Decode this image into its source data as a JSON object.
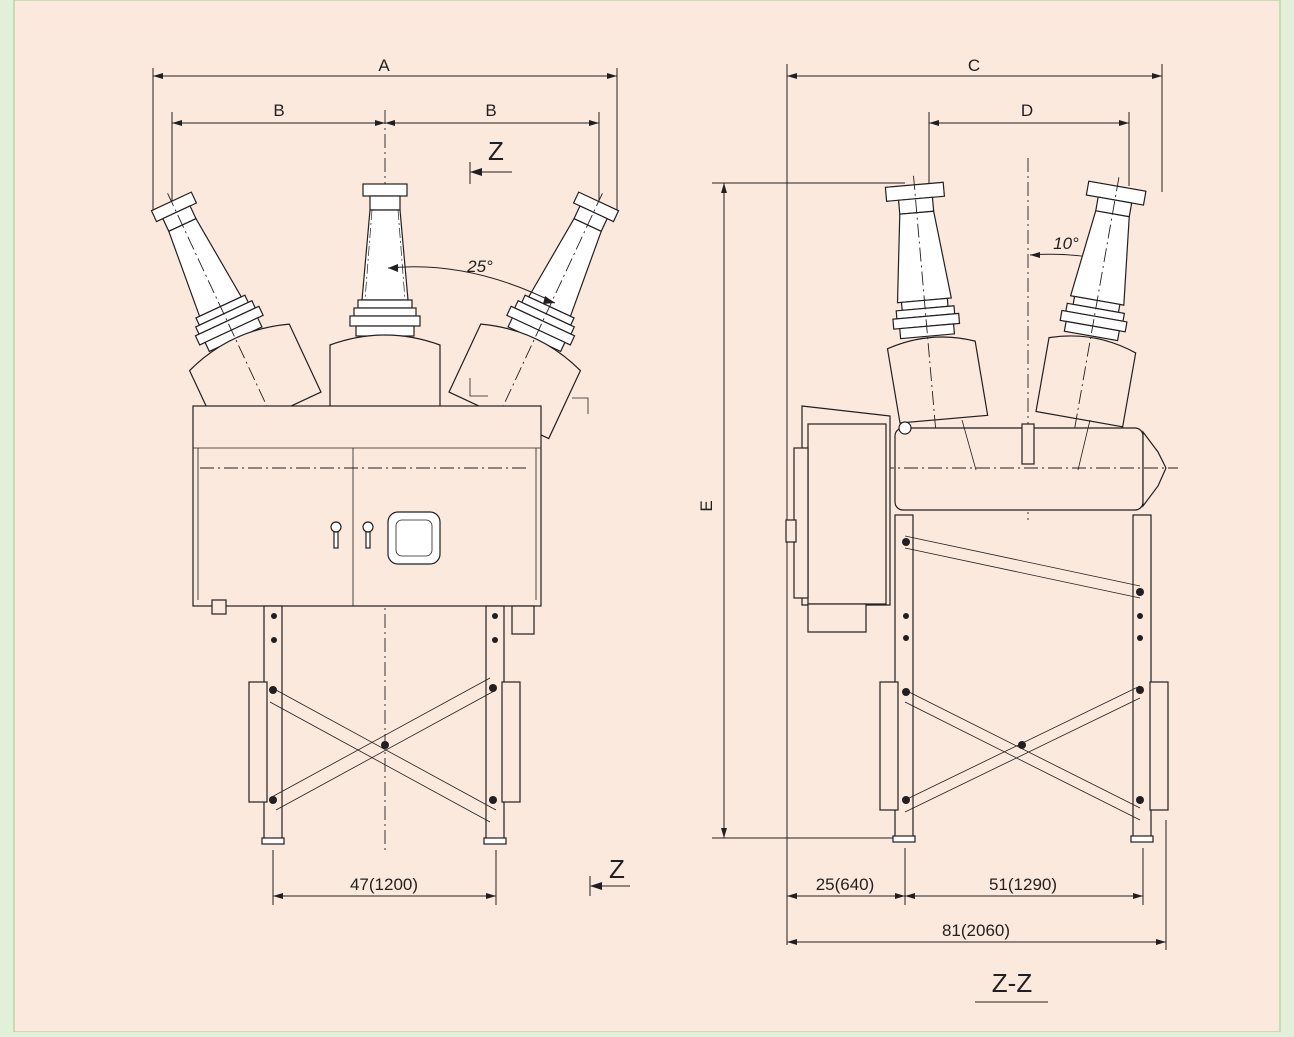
{
  "colors": {
    "frame_green": "#e3f0d9",
    "panel_bg": "#fbe9dd",
    "line": "#231f20"
  },
  "front_view": {
    "dim_A": "A",
    "dim_B_left": "B",
    "dim_B_right": "B",
    "angle": "25°",
    "section_mark_top": "Z",
    "section_mark_bottom": "Z",
    "base_width": "47(1200)"
  },
  "side_view": {
    "dim_C": "C",
    "dim_D": "D",
    "dim_E": "E",
    "angle": "10°",
    "dim_left_base": "25(640)",
    "dim_right_base": "51(1290)",
    "dim_total": "81(2060)",
    "view_title": "Z-Z"
  }
}
